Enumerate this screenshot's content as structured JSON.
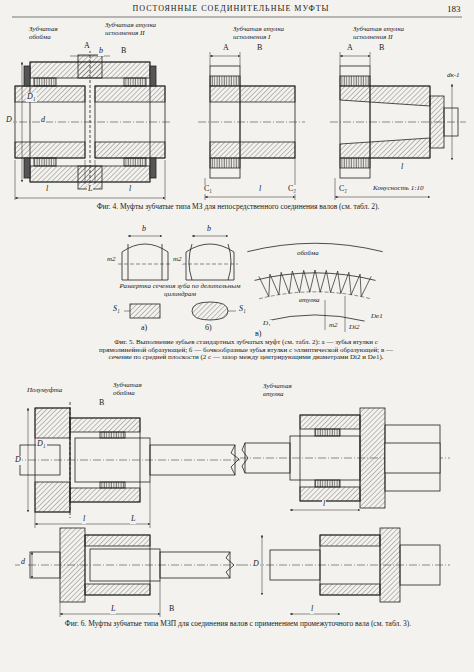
{
  "diagram": {
    "title": "ПОСТОЯННЫЕ СОЕДИНИТЕЛЬНЫЕ МУФТЫ",
    "labels": [
      "183",
      "Зубчатая обойма",
      "Зубчатая втулка исполнения II",
      "Зубчатая втулка исполнения I",
      "Зубчатая втулка исполнения II",
      "A",
      "b",
      "B",
      "l",
      "l",
      "L",
      "D",
      "D₁",
      "d",
      "A",
      "B",
      "l",
      "C₁",
      "C₂",
      "A",
      "B",
      "l",
      "C₂",
      "dк-1",
      "Конусность 1:10",
      "Фиг. 4. Муфты зубчатые типа МЗ для непосредственного соединения валов (см. табл. 2).",
      "b",
      "b",
      "m2",
      "m2",
      "Развертка сечения зуба по делительным цилиндрам",
      "S₁",
      "S₁",
      "а)",
      "б)",
      "в)",
      "обойма",
      "втулка",
      "D₁",
      "m2",
      "Di2",
      "De1",
      "Фиг. 5. Выполнение зубьев стандартных зубчатых муфт (см. табл. 2): а — зубья втулки с прямолинейной образующей; б — бочкообразные зубья втулки с эллиптической образующей; в — сечение по средней плоскости (2 с — зазор между центрирующими диаметрами Di2 и De1).",
      "Полумуфта",
      "Зубчатая обойма",
      "B",
      "D",
      "D₁",
      "l",
      "L",
      "Зубчатая втулка",
      "l",
      "D",
      "d",
      "l",
      "L",
      "B",
      "Фиг. 6. Муфты зубчатые типа МЗП для соединения валов с применением промежуточного вала (см. табл. 3)."
    ]
  }
}
